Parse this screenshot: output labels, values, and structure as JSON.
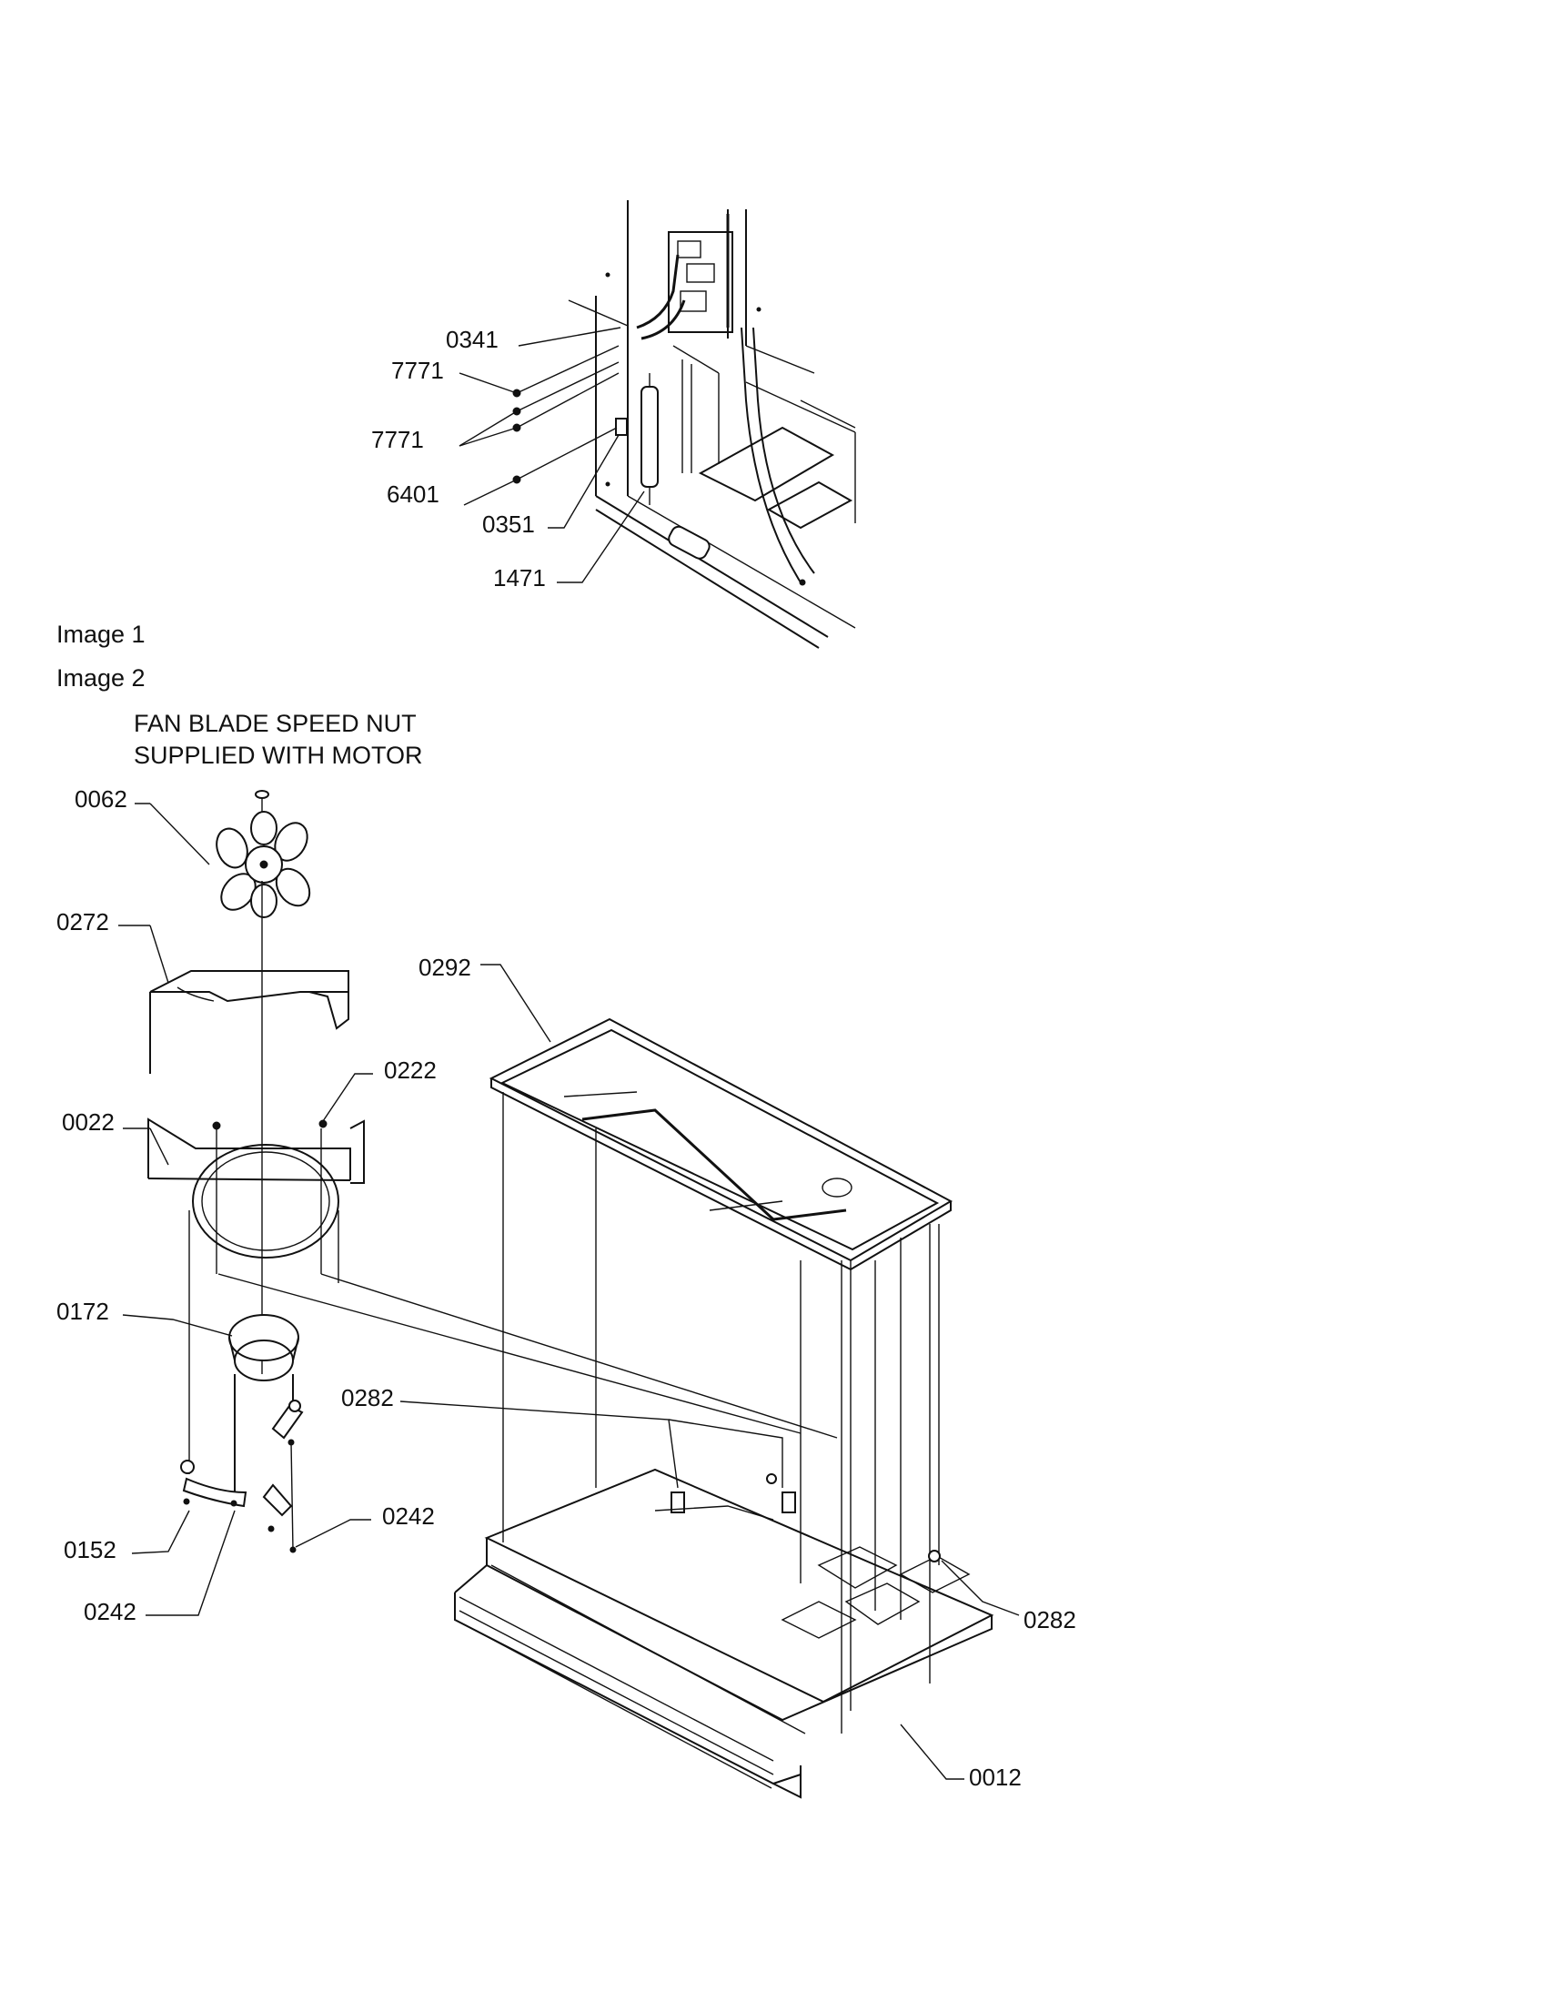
{
  "captions": {
    "image1": "Image 1",
    "image2": "Image 2"
  },
  "note": {
    "line1": "FAN BLADE SPEED NUT",
    "line2": "SUPPLIED WITH MOTOR"
  },
  "image1_parts": {
    "p0341": "0341",
    "p7771a": "7771",
    "p7771b": "7771",
    "p6401": "6401",
    "p0351": "0351",
    "p1471": "1471"
  },
  "image2_parts": {
    "p0062": "0062",
    "p0272": "0272",
    "p0222": "0222",
    "p0022": "0022",
    "p0172": "0172",
    "p0152": "0152",
    "p0242a": "0242",
    "p0242b": "0242",
    "p0292": "0292",
    "p0282a": "0282",
    "p0282b": "0282",
    "p0012": "0012"
  }
}
